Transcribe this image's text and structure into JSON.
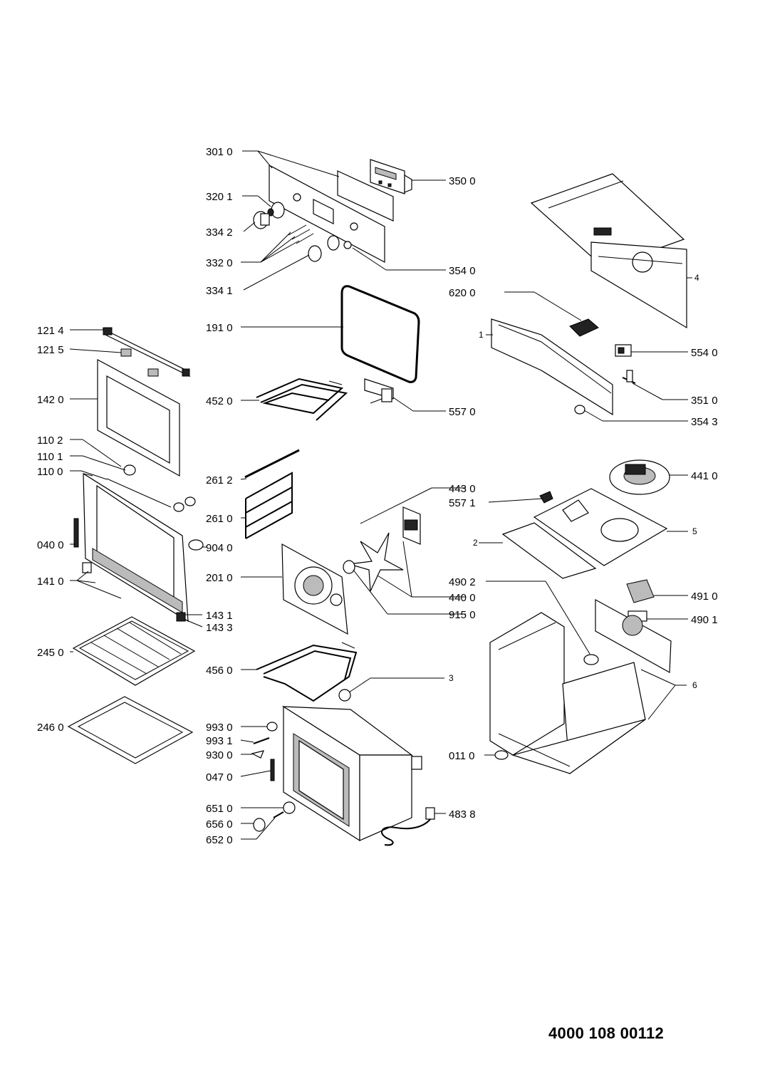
{
  "document_number": "4000 108 00112",
  "callouts": [
    {
      "id": "c3010",
      "label": "301 0"
    },
    {
      "id": "c3500",
      "label": "350 0"
    },
    {
      "id": "c3201",
      "label": "320 1"
    },
    {
      "id": "c3342",
      "label": "334 2"
    },
    {
      "id": "c3320",
      "label": "332 0"
    },
    {
      "id": "c3540",
      "label": "354 0"
    },
    {
      "id": "c3341",
      "label": "334 1"
    },
    {
      "id": "c6200",
      "label": "620 0"
    },
    {
      "id": "c1910",
      "label": "191 0"
    },
    {
      "id": "c1214",
      "label": "121 4"
    },
    {
      "id": "c1215",
      "label": "121 5"
    },
    {
      "id": "c5540",
      "label": "554 0"
    },
    {
      "id": "c1420",
      "label": "142 0"
    },
    {
      "id": "c4520",
      "label": "452 0"
    },
    {
      "id": "c5570",
      "label": "557 0"
    },
    {
      "id": "c3510",
      "label": "351 0"
    },
    {
      "id": "c3543",
      "label": "354 3"
    },
    {
      "id": "c1102",
      "label": "110 2"
    },
    {
      "id": "c1101",
      "label": "110 1"
    },
    {
      "id": "c1100",
      "label": "110 0"
    },
    {
      "id": "c2612",
      "label": "261 2"
    },
    {
      "id": "c4410",
      "label": "441 0"
    },
    {
      "id": "c4430",
      "label": "443 0"
    },
    {
      "id": "c5571",
      "label": "557 1"
    },
    {
      "id": "c2610",
      "label": "261 0"
    },
    {
      "id": "c0400",
      "label": "040 0"
    },
    {
      "id": "c9040",
      "label": "904 0"
    },
    {
      "id": "c2010",
      "label": "201 0"
    },
    {
      "id": "c4902",
      "label": "490 2"
    },
    {
      "id": "c1410",
      "label": "141 0"
    },
    {
      "id": "c4400",
      "label": "440 0"
    },
    {
      "id": "c4910",
      "label": "491 0"
    },
    {
      "id": "c9150",
      "label": "915 0"
    },
    {
      "id": "c1431",
      "label": "143 1"
    },
    {
      "id": "c4901",
      "label": "490 1"
    },
    {
      "id": "c1433",
      "label": "143 3"
    },
    {
      "id": "c2450",
      "label": "245 0"
    },
    {
      "id": "c4560",
      "label": "456 0"
    },
    {
      "id": "c9930",
      "label": "993 0"
    },
    {
      "id": "c2460",
      "label": "246 0"
    },
    {
      "id": "c9931",
      "label": "993 1"
    },
    {
      "id": "c9300",
      "label": "930 0"
    },
    {
      "id": "c0110",
      "label": "011 0"
    },
    {
      "id": "c0470",
      "label": "047 0"
    },
    {
      "id": "c6510",
      "label": "651 0"
    },
    {
      "id": "c4838",
      "label": "483 8"
    },
    {
      "id": "c6560",
      "label": "656 0"
    },
    {
      "id": "c6520",
      "label": "652 0"
    },
    {
      "id": "g4",
      "label": "4"
    },
    {
      "id": "g1",
      "label": "1"
    },
    {
      "id": "g5",
      "label": "5"
    },
    {
      "id": "g2",
      "label": "2"
    },
    {
      "id": "g3",
      "label": "3"
    },
    {
      "id": "g6",
      "label": "6"
    }
  ]
}
